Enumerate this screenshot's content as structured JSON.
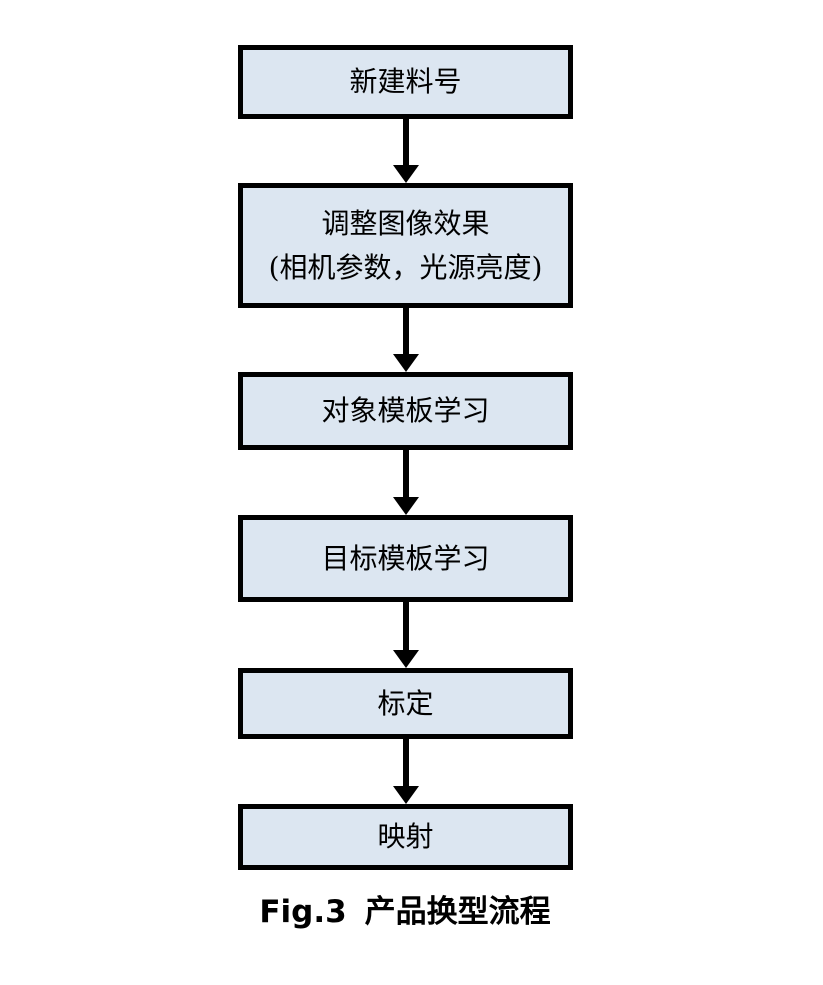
{
  "flowchart": {
    "type": "vertical-flowchart",
    "steps": [
      {
        "label": "新建料号"
      },
      {
        "label": "调整图像效果",
        "sublabel": "(相机参数，光源亮度)"
      },
      {
        "label": "对象模板学习"
      },
      {
        "label": "目标模板学习"
      },
      {
        "label": "标定"
      },
      {
        "label": "映射"
      }
    ],
    "colors": {
      "box_fill": "#dce6f1",
      "box_border": "#000000",
      "arrow": "#000000",
      "text": "#000000",
      "background": "#ffffff"
    }
  },
  "caption": {
    "prefix": "Fig.3",
    "title": "产品换型流程"
  }
}
